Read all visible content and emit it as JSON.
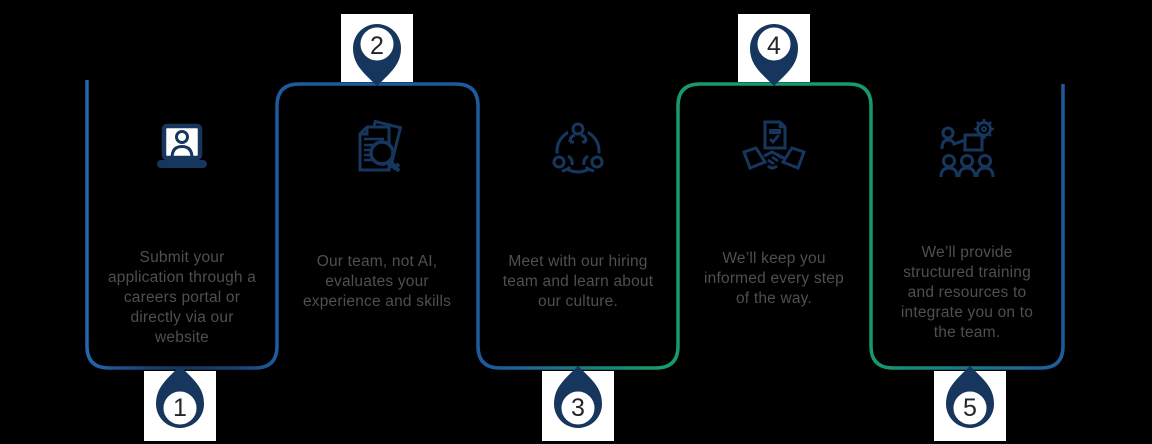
{
  "diagram_title": "hiring-process-flow",
  "colors": {
    "background": "#000000",
    "navy": "#17365d",
    "blue": "#1e5b9e",
    "light_blue": "#2368af",
    "green": "#18996e",
    "text_gray": "#4f4f4f",
    "marker_bg": "#ffffff"
  },
  "steps": [
    {
      "number": "1",
      "icon": "laptop-person-icon",
      "pin_position": "bottom",
      "text": "Submit your\napplication through a\ncareers portal or\ndirectly via our\nwebsite"
    },
    {
      "number": "2",
      "icon": "document-magnifier-icon",
      "pin_position": "top",
      "text": "Our team, not AI,\nevaluates your\nexperience and skills"
    },
    {
      "number": "3",
      "icon": "round-table-meeting-icon",
      "pin_position": "bottom",
      "text": "Meet with our hiring\nteam and learn about\nour culture."
    },
    {
      "number": "4",
      "icon": "handshake-document-icon",
      "pin_position": "top",
      "text": "We’ll keep you\ninformed every step\nof the way."
    },
    {
      "number": "5",
      "icon": "training-group-gear-icon",
      "pin_position": "bottom",
      "text": "We’ll provide\nstructured training\nand resources to\nintegrate you on to\nthe team."
    }
  ]
}
